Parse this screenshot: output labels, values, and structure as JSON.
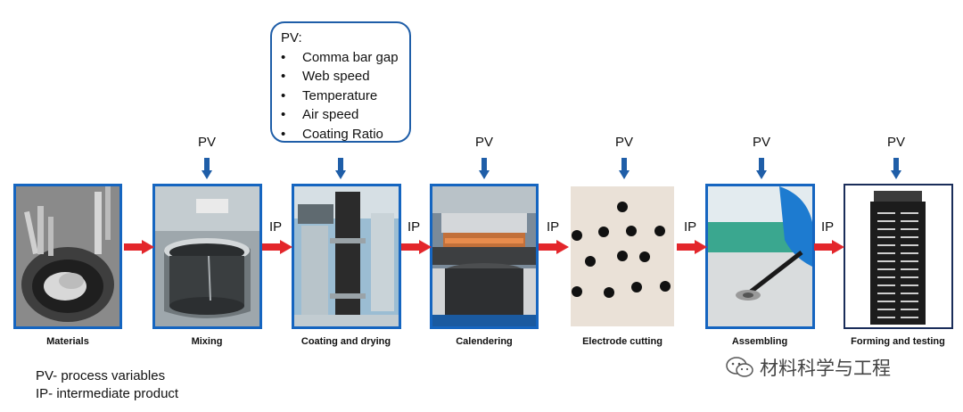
{
  "pv_box": {
    "title": "PV:",
    "items": [
      "Comma bar gap",
      "Web speed",
      "Temperature",
      "Air speed",
      "Coating Ratio"
    ]
  },
  "pv_marker": "PV",
  "ip_marker": "IP",
  "steps": [
    {
      "label": "Materials"
    },
    {
      "label": "Mixing"
    },
    {
      "label": "Coating and drying"
    },
    {
      "label": "Calendering"
    },
    {
      "label": "Electrode cutting"
    },
    {
      "label": "Assembling"
    },
    {
      "label": "Forming and testing"
    }
  ],
  "legend": {
    "pv": "PV- process variables",
    "ip": "IP- intermediate product"
  },
  "watermark": {
    "icon": "wechat-icon",
    "text": "材料科学与工程"
  },
  "colors": {
    "frame_blue": "#1565c0",
    "arrow_blue": "#1f5ea8",
    "arrow_red": "#e3262b"
  }
}
